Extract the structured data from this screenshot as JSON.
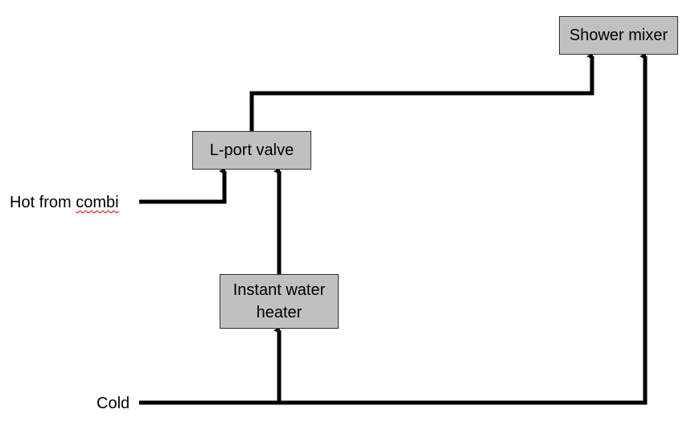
{
  "diagram": {
    "nodes": {
      "shower_mixer": "Shower mixer",
      "lport_valve": "L-port valve",
      "instant_water_heater": "Instant water\nheater"
    },
    "inputs": {
      "hot_prefix": "Hot from ",
      "hot_suffix": "combi",
      "cold": "Cold"
    },
    "colors": {
      "box_fill": "#c0c0c0",
      "box_border": "#333333",
      "line": "#000000"
    },
    "connections": [
      {
        "from": "Hot from combi",
        "to": "L-port valve"
      },
      {
        "from": "Cold",
        "to": "Instant water heater"
      },
      {
        "from": "Instant water heater",
        "to": "L-port valve"
      },
      {
        "from": "L-port valve",
        "to": "Shower mixer"
      },
      {
        "from": "Cold",
        "to": "Shower mixer"
      }
    ]
  }
}
